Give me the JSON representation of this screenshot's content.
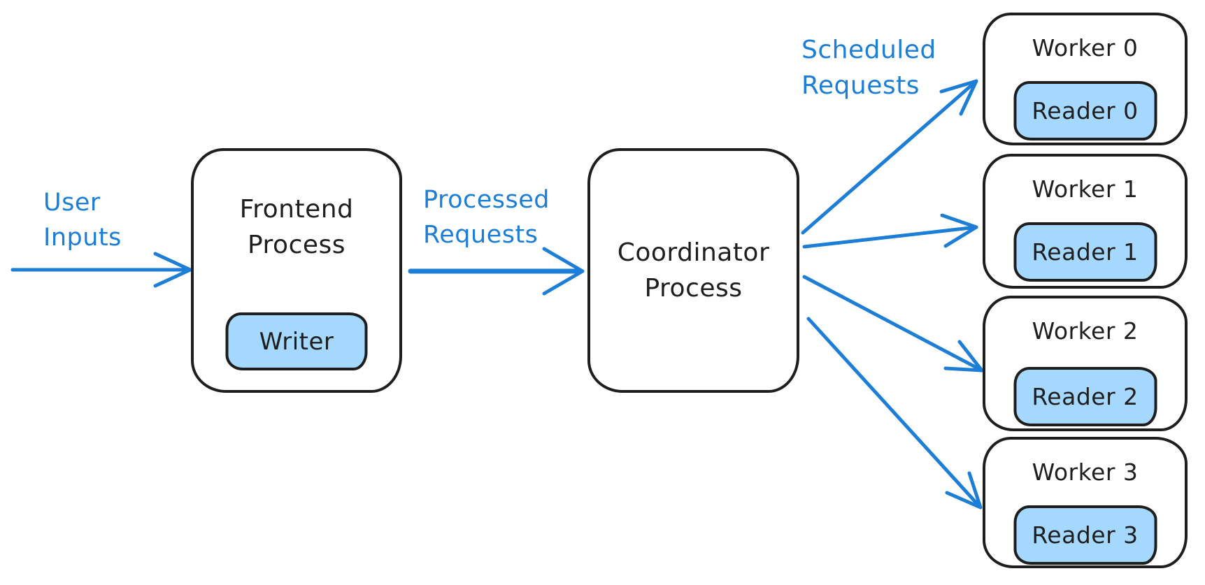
{
  "colors": {
    "accent_blue": "#1c7ed6",
    "fill_light_blue": "#a5d8ff",
    "stroke_dark": "#1e1e1e",
    "background": "#ffffff"
  },
  "labels": {
    "user_inputs": {
      "line1": "User",
      "line2": "Inputs"
    },
    "processed_requests": {
      "line1": "Processed",
      "line2": "Requests"
    },
    "scheduled_requests": {
      "line1": "Scheduled",
      "line2": "Requests"
    }
  },
  "nodes": {
    "frontend": {
      "title_line1": "Frontend",
      "title_line2": "Process",
      "child": "Writer"
    },
    "coordinator": {
      "title_line1": "Coordinator",
      "title_line2": "Process"
    },
    "workers": [
      {
        "title": "Worker 0",
        "child": "Reader 0"
      },
      {
        "title": "Worker 1",
        "child": "Reader 1"
      },
      {
        "title": "Worker 2",
        "child": "Reader 2"
      },
      {
        "title": "Worker 3",
        "child": "Reader 3"
      }
    ]
  },
  "edges": [
    {
      "from": "user",
      "to": "frontend",
      "label": "User Inputs"
    },
    {
      "from": "frontend",
      "to": "coordinator",
      "label": "Processed Requests"
    },
    {
      "from": "coordinator",
      "to": "worker-0",
      "label": "Scheduled Requests"
    },
    {
      "from": "coordinator",
      "to": "worker-1",
      "label": "Scheduled Requests"
    },
    {
      "from": "coordinator",
      "to": "worker-2",
      "label": "Scheduled Requests"
    },
    {
      "from": "coordinator",
      "to": "worker-3",
      "label": "Scheduled Requests"
    }
  ]
}
